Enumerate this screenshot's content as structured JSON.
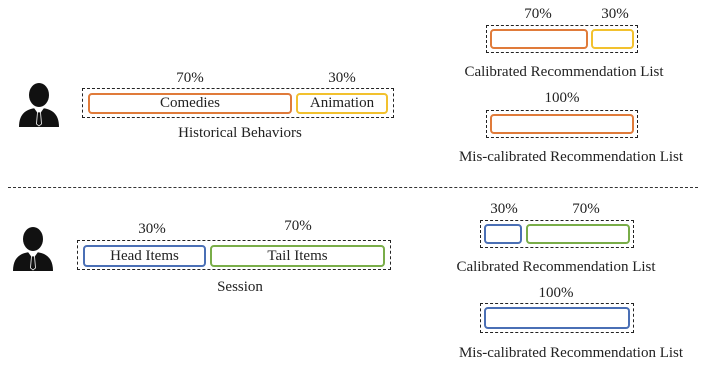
{
  "colors": {
    "orange": "#e07b3a",
    "yellow": "#f2c12e",
    "blue": "#4a6fb5",
    "green": "#79ad48",
    "user": "#111111"
  },
  "top": {
    "history": {
      "pct_left": "70%",
      "pct_right": "30%",
      "left_label": "Comedies",
      "right_label": "Animation",
      "caption": "Historical Behaviors"
    },
    "calibrated": {
      "pct_left": "70%",
      "pct_right": "30%",
      "caption": "Calibrated Recommendation List"
    },
    "miscalibrated": {
      "pct": "100%",
      "caption": "Mis-calibrated Recommendation List"
    }
  },
  "bottom": {
    "session": {
      "pct_left": "30%",
      "pct_right": "70%",
      "left_label": "Head Items",
      "right_label": "Tail Items",
      "caption": "Session"
    },
    "calibrated": {
      "pct_left": "30%",
      "pct_right": "70%",
      "caption": "Calibrated Recommendation List"
    },
    "miscalibrated": {
      "pct": "100%",
      "caption": "Mis-calibrated Recommendation List"
    }
  }
}
